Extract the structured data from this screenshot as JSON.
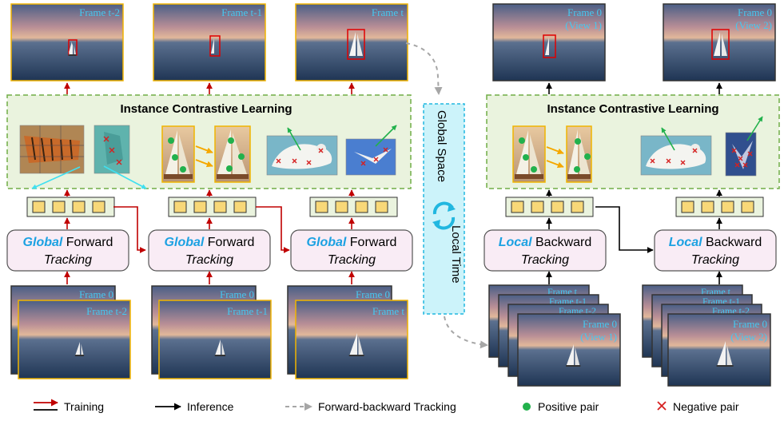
{
  "top_frames": [
    {
      "label": "Frame t-2"
    },
    {
      "label": "Frame t-1"
    },
    {
      "label": "Frame t"
    },
    {
      "label": "Frame 0",
      "sub": "(View 1)"
    },
    {
      "label": "Frame 0",
      "sub": "(View 2)"
    }
  ],
  "contrastive_left": {
    "title": "Instance Contrastive Learning"
  },
  "contrastive_right": {
    "title": "Instance Contrastive Learning"
  },
  "trackers": [
    {
      "keyword": "Global",
      "line1_rest": " Forward",
      "line2": "Tracking"
    },
    {
      "keyword": "Global",
      "line1_rest": " Forward",
      "line2": "Tracking"
    },
    {
      "keyword": "Global",
      "line1_rest": " Forward",
      "line2": "Tracking"
    },
    {
      "keyword": "Local",
      "line1_rest": " Backward",
      "line2": "Tracking"
    },
    {
      "keyword": "Local",
      "line1_rest": " Backward",
      "line2": "Tracking"
    }
  ],
  "bottom_left": [
    {
      "back": "Frame 0",
      "front": "Frame t-2"
    },
    {
      "back": "Frame 0",
      "front": "Frame t-1"
    },
    {
      "back": "Frame 0",
      "front": "Frame t"
    }
  ],
  "bottom_right": [
    {
      "stack": [
        "Frame t",
        "Frame t-1",
        "Frame t-2"
      ],
      "front": "Frame 0",
      "front_sub": "(View 1)"
    },
    {
      "stack": [
        "Frame t",
        "Frame t-1",
        "Frame t-2"
      ],
      "front": "Frame 0",
      "front_sub": "(View 2)"
    }
  ],
  "center": {
    "left": "Global Space",
    "right": "Local Time"
  },
  "legend": {
    "training": "Training",
    "inference": "Inference",
    "fb_tracking": "Forward-backward Tracking",
    "positive": "Positive pair",
    "negative": "Negative pair"
  },
  "colors": {
    "train_arrow": "#c00000",
    "infer_arrow": "#000000",
    "dashed": "#a6a6a6",
    "keyword_blue": "#1ba1e2",
    "panel_fill": "#eaf3de",
    "panel_border": "#70ad47",
    "tracker_fill": "#f9ecf5",
    "token_fill": "#f8d878",
    "center_fill": "#ccf3fa",
    "center_border": "#21b7e0",
    "positive": "#22b14c",
    "negative": "#d62020",
    "frame_border": "#f0b400"
  }
}
